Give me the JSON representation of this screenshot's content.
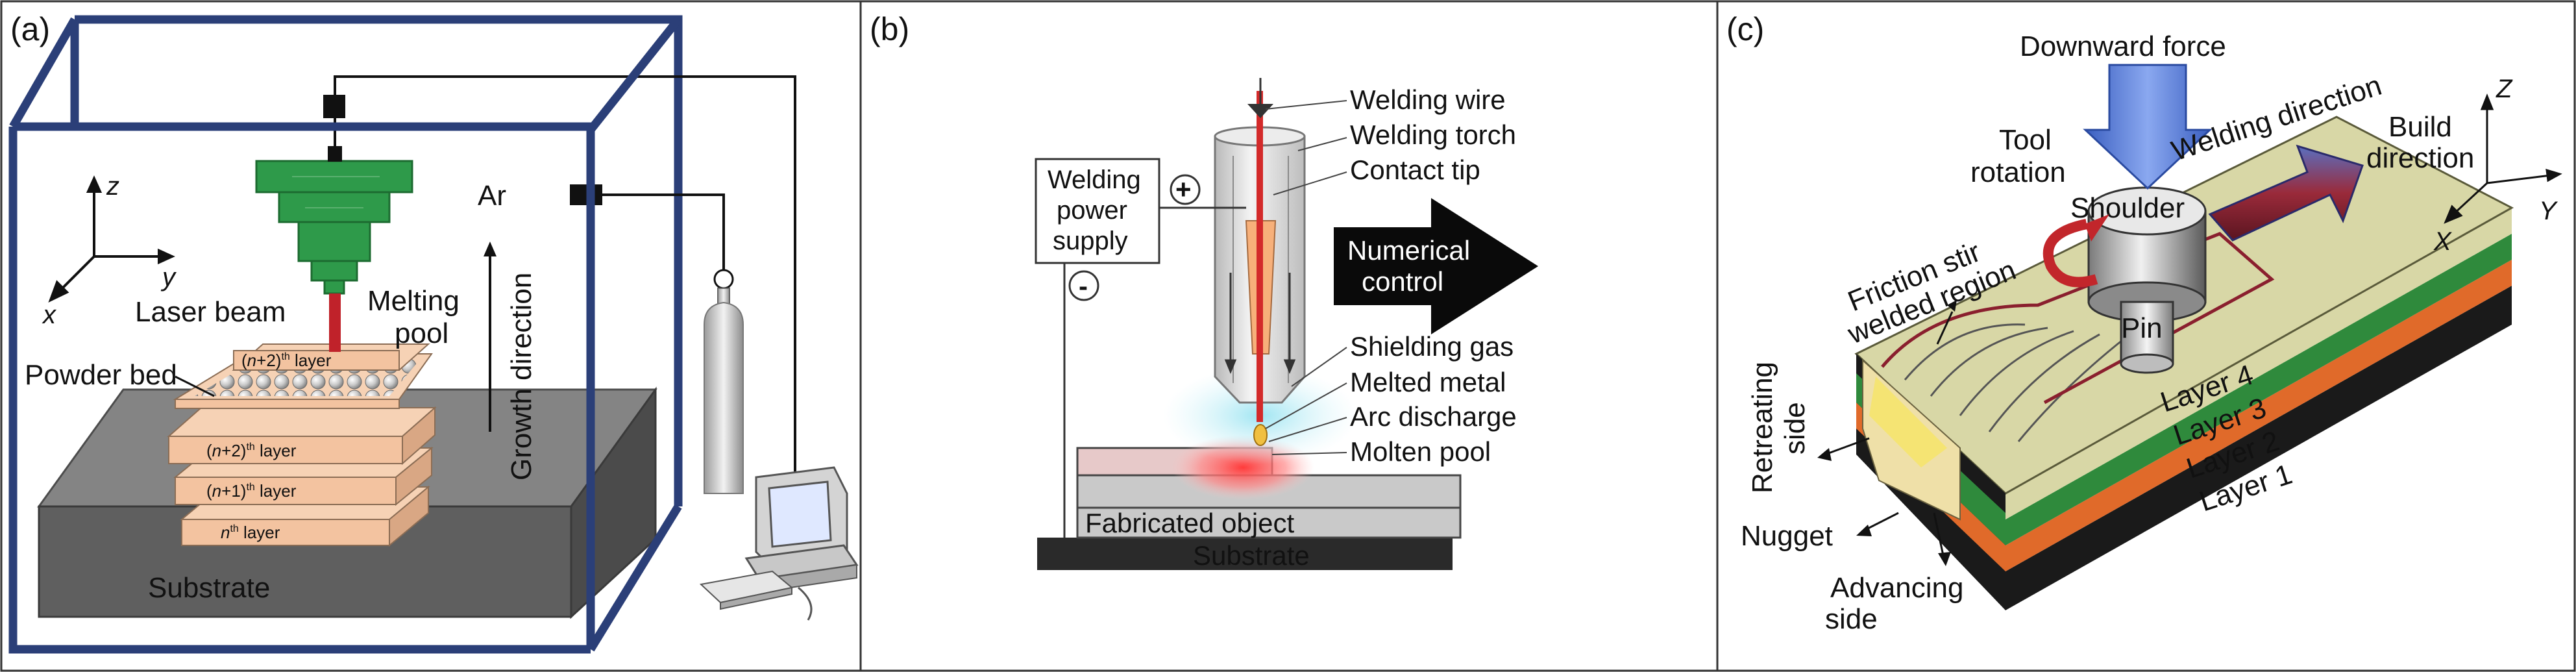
{
  "panels": {
    "a": {
      "tag": "(a)",
      "axes": {
        "z": "z",
        "y": "y",
        "x": "x"
      },
      "laser_beam": "Laser beam",
      "melting_pool_1": "Melting",
      "melting_pool_2": "pool",
      "ar": "Ar",
      "growth_direction": "Growth direction",
      "powder_bed": "Powder bed",
      "layer_top_n": "n",
      "layer_top_rest": "+2)",
      "layer_top_th": "th",
      "layer_top_word": " layer",
      "layer_mid_n": "n",
      "layer_mid_rest": "+2)",
      "layer_mid_th": "th",
      "layer_mid_word": " layer",
      "layer_low_n": "n",
      "layer_low_rest": "+1)",
      "layer_low_th": "th",
      "layer_low_word": " layer",
      "layer_base_n": "n",
      "layer_base_th": "th",
      "layer_base_word": " layer",
      "substrate": "Substrate"
    },
    "b": {
      "tag": "(b)",
      "power_1": "Welding",
      "power_2": "power",
      "power_3": "supply",
      "plus": "+",
      "minus": "-",
      "welding_wire": "Welding wire",
      "welding_torch": "Welding torch",
      "contact_tip": "Contact tip",
      "numerical_1": "Numerical",
      "numerical_2": "control",
      "shielding_gas": "Shielding gas",
      "melted_metal": "Melted metal",
      "arc_discharge": "Arc discharge",
      "molten_pool": "Molten pool",
      "fabricated_object": "Fabricated object",
      "substrate": "Substrate"
    },
    "c": {
      "tag": "(c)",
      "downward_force": "Downward force",
      "tool_1": "Tool",
      "tool_2": "rotation",
      "welding_direction": "Welding direction",
      "build_1": "Build",
      "build_2": "direction",
      "axes": {
        "z": "Z",
        "y": "Y",
        "x": "X"
      },
      "shoulder": "Shoulder",
      "pin": "Pin",
      "fsw_1": "Friction stir",
      "fsw_2": "welded region",
      "retreating_1": "Retreating",
      "retreating_2": "side",
      "nugget": "Nugget",
      "advancing_1": "Advancing",
      "advancing_2": "side",
      "layer4": "Layer 4",
      "layer3": "Layer 3",
      "layer2": "Layer 2",
      "layer1": "Layer 1"
    }
  },
  "colors": {
    "nozzle_green": "#2e9a4a",
    "laser_red": "#c0222a",
    "frame_blue": "#2b3f78",
    "layer_peach": "#f3c3a0",
    "substrate_grey": "#6e6e6e",
    "wire_red": "#d32a2a",
    "arrow_blue": "#5b7fd6",
    "arrow_maroon": "#8a1f2e",
    "plate_khaki": "#d8d7a6",
    "layer_green": "#2f8a3c",
    "layer_orange": "#e06a2a"
  }
}
